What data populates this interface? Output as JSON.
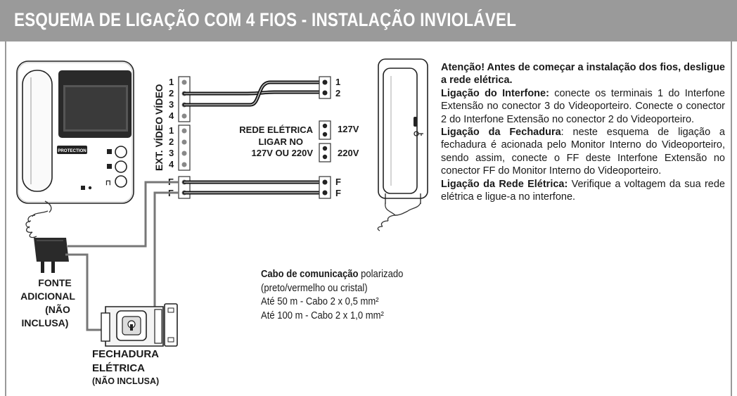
{
  "header": {
    "title": "ESQUEMA DE LIGAÇÃO COM 4 FIOS - INSTALAÇÃO INVIOLÁVEL",
    "bg_color": "#9a9a9a"
  },
  "monitor": {
    "brand": "PROTECTION"
  },
  "video_block": {
    "group_label": "VÍDEO",
    "terminals": [
      "1",
      "2",
      "3",
      "4"
    ]
  },
  "ext_video_block": {
    "group_label": "EXT. VÍDEO",
    "terminals": [
      "1",
      "2",
      "3",
      "4"
    ]
  },
  "ff_block": {
    "terminals": [
      "F",
      "F"
    ]
  },
  "extension_terminals": {
    "pair": [
      "1",
      "2"
    ],
    "ff": [
      "F",
      "F"
    ]
  },
  "power": {
    "lines": [
      "REDE ELÉTRICA",
      "LIGAR NO",
      "127V OU 220V"
    ],
    "v127": "127V",
    "v220": "220V"
  },
  "fonte": {
    "lines": [
      "FONTE",
      "ADICIONAL",
      "(NÃO",
      "INCLUSA)"
    ]
  },
  "fechadura": {
    "line1": "FECHADURA",
    "line2": "ELÉTRICA",
    "line3": "(NÃO INCLUSA)"
  },
  "cable": {
    "bold": "Cabo de comunicação",
    "rest": " polarizado",
    "line2": "(preto/vermelho ou cristal)",
    "line3": "Até 50 m - Cabo 2 x 0,5 mm²",
    "line4": "Até 100 m - Cabo 2 x 1,0 mm²"
  },
  "instructions": {
    "attention": "Atenção! Antes de começar a instalação dos fios, desligue a rede elétrica.",
    "p1_title": "Ligação do Interfone:",
    "p1_text": " conecte os terminais 1 do Interfone Extensão no conector 3 do Videoporteiro. Conecte o conector 2 do Interfone Extensão no conector 2 do Videoporteiro.",
    "p2_title": "Ligação da Fechadura",
    "p2_text": ": neste esquema de ligação a fechadura é acionada pelo Monitor Interno do Videoporteiro, sendo assim, conecte o FF deste Interfone Extensão no conector FF do Monitor Interno do Videoporteiro.",
    "p3_title": "Ligação da Rede Elétrica:",
    "p3_text": " Verifique a voltagem da sua rede elétrica e ligue-a no interfone."
  }
}
